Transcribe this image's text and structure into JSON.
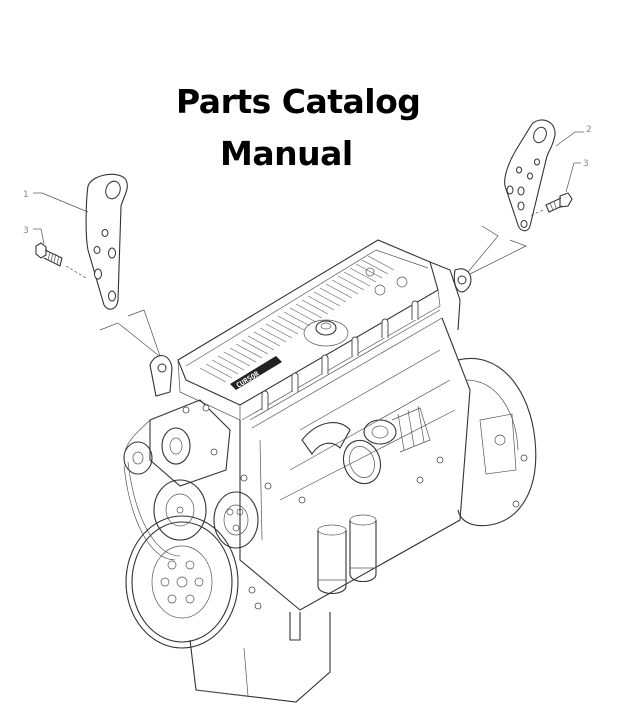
{
  "document": {
    "title_line1": "Parts Catalog",
    "title_line2": "Manual",
    "illustration": {
      "subject": "engine-with-lifting-brackets",
      "valve_cover_branding": "CURSOR",
      "callouts": {
        "left_bracket": "1",
        "left_bolt": "3",
        "right_bracket": "2",
        "right_bolt": "3"
      }
    }
  }
}
